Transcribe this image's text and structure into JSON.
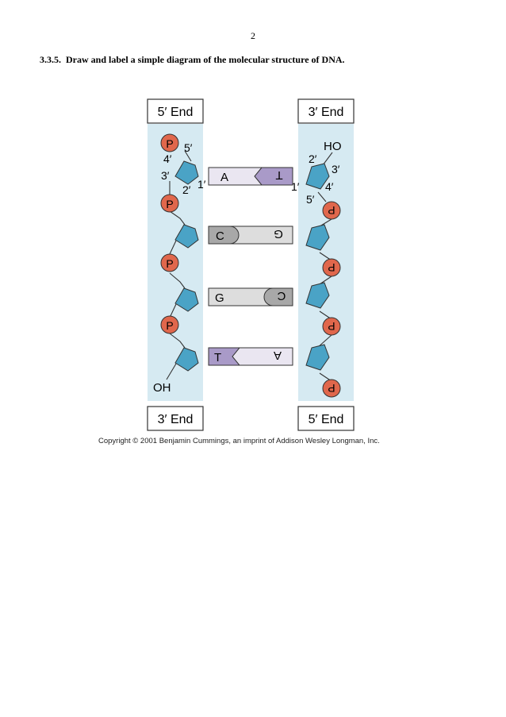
{
  "page": {
    "number": "2"
  },
  "question": {
    "number": "3.3.5.",
    "text": "Draw and label a simple diagram of the molecular structure of DNA."
  },
  "figure": {
    "left_strand": {
      "top_label": "5′ End",
      "bottom_label": "3′ End",
      "end_group": "OH"
    },
    "right_strand": {
      "top_label": "3′ End",
      "bottom_label": "5′ End",
      "end_group": "HO"
    },
    "phosphate_label": "P",
    "carbon_labels": {
      "c1": "1′",
      "c2": "2′",
      "c3": "3′",
      "c4": "4′",
      "c5": "5′"
    },
    "base_pairs": [
      {
        "left": "A",
        "right": "T"
      },
      {
        "left": "C",
        "right": "G"
      },
      {
        "left": "G",
        "right": "C"
      },
      {
        "left": "T",
        "right": "A"
      }
    ],
    "colors": {
      "backbone_bg": "#d6eaf2",
      "sugar": "#4aa3c6",
      "phosphate": "#e0674c",
      "A": "#eae6f1",
      "T": "#a99ac8",
      "C": "#a8a8a8",
      "G": "#dddddd"
    },
    "copyright": "Copyright © 2001 Benjamin Cummings, an imprint of Addison Wesley Longman, Inc."
  }
}
